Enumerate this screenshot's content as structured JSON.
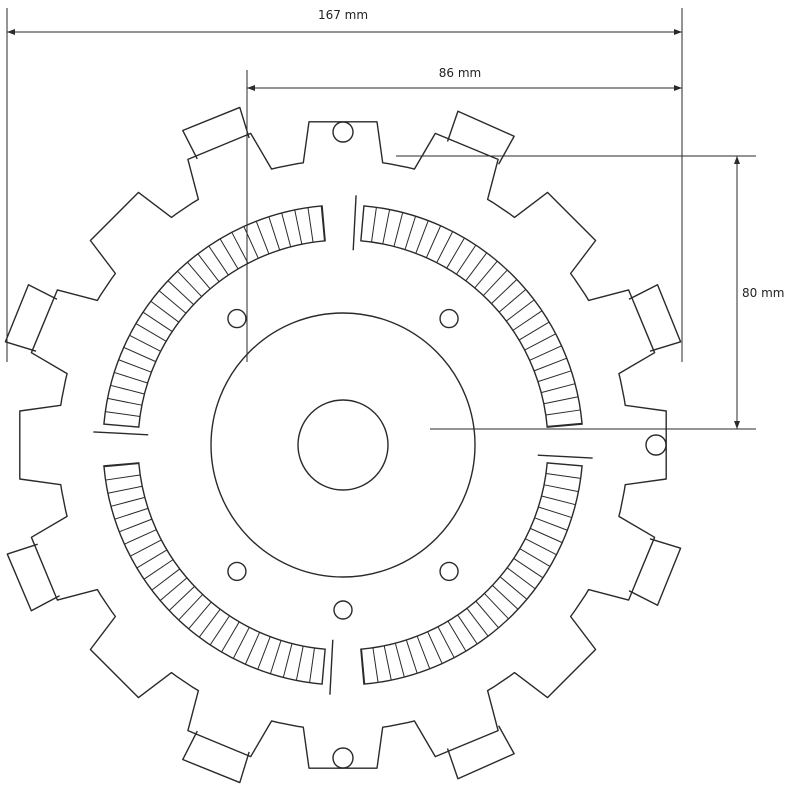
{
  "dimensions": {
    "overall_width": "167 mm",
    "inner_width": "86 mm",
    "height": "80 mm"
  },
  "part": {
    "outer_tabs": 16,
    "mounting_holes_rim": 3,
    "inner_holes": 5,
    "coil_segments": 4
  }
}
